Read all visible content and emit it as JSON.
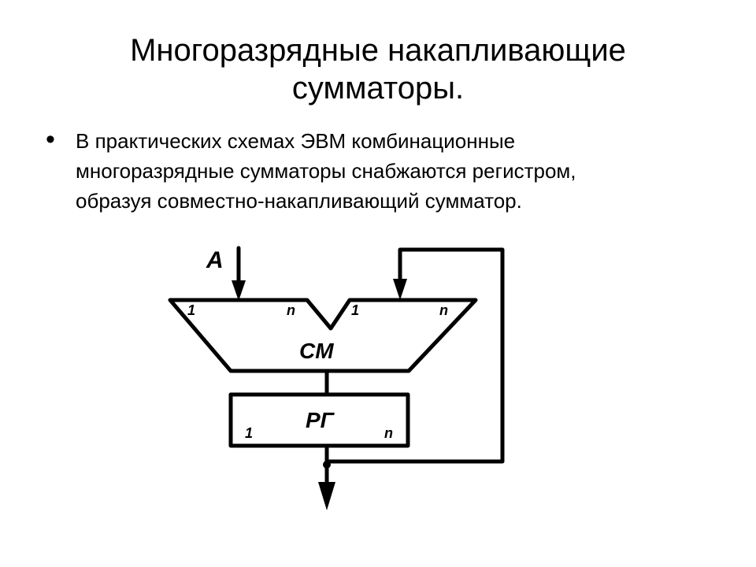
{
  "title": {
    "line1": "Многоразрядные накапливающие",
    "line2": "сумматоры."
  },
  "bullet": {
    "marker": "•",
    "lines": [
      " В практических схемах ЭВМ комбинационные",
      "многоразрядные сумматоры снабжаются регистром,",
      "образуя совместно-накапливающий сумматор."
    ]
  },
  "diagram": {
    "input_label": "A",
    "adder_label": "СМ",
    "register_label": "РГ",
    "adder_left_first": "1",
    "adder_left_last": "n",
    "adder_right_first": "1",
    "adder_right_last": "n",
    "register_first": "1",
    "register_last": "n",
    "icons": {
      "input_arrow": "arrow-down-icon",
      "feedback_arrow": "arrow-down-icon",
      "output_arrow": "arrow-down-icon"
    },
    "line_color": "#000000"
  }
}
